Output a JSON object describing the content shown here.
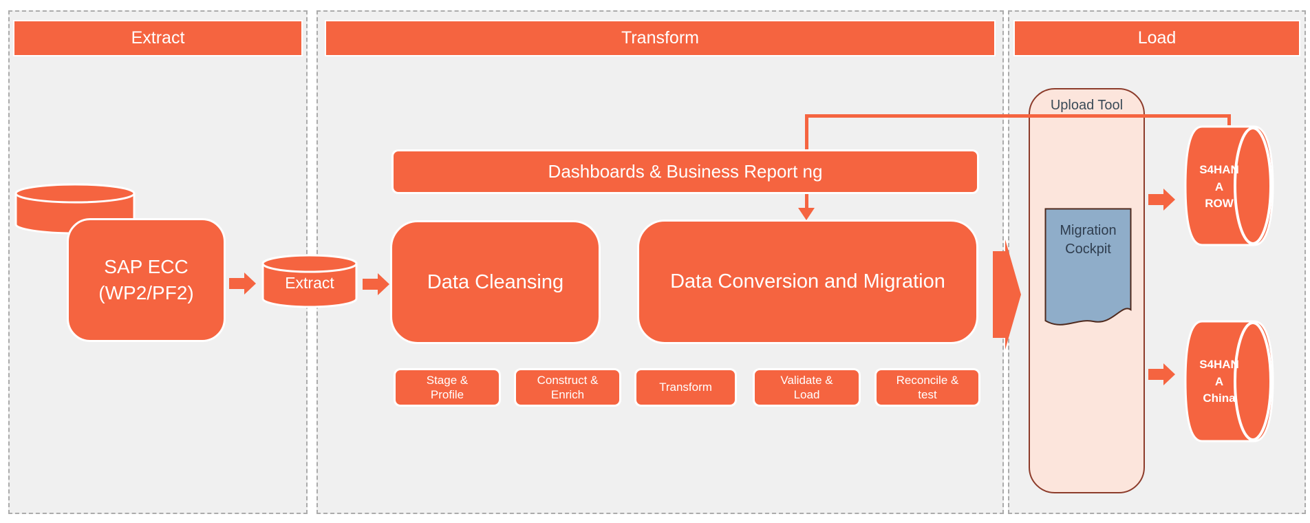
{
  "panels": {
    "extract": {
      "title": "Extract"
    },
    "transform": {
      "title": "Transform"
    },
    "load": {
      "title": "Load"
    }
  },
  "extract": {
    "sap_box": {
      "line1": "SAP ECC",
      "line2": "(WP2/PF2)"
    },
    "extract_cylinder_label": "Extract"
  },
  "transform": {
    "reporting_bar_label": "Dashboards & Business Report ng",
    "data_cleansing_label": "Data Cleansing",
    "data_conversion_label": "Data Conversion and Migration",
    "steps": [
      {
        "label": "Stage & Profile"
      },
      {
        "label": "Construct & Enrich"
      },
      {
        "label": "Transform"
      },
      {
        "label": "Validate & Load"
      },
      {
        "label": "Reconcile & test"
      }
    ]
  },
  "load": {
    "upload_tool_label": "Upload Tool",
    "migration_cockpit_label": "Migration Cockpit",
    "s4hana_row": {
      "line1": "S4HAN",
      "line2": "A",
      "line3": "ROW"
    },
    "s4hana_china": {
      "line1": "S4HAN",
      "line2": "A",
      "line3": "China"
    }
  },
  "colors": {
    "accent_orange": "#F56440",
    "panel_background": "#F0F0F0",
    "panel_border": "#ABABAB",
    "upload_tool_fill": "#FCE5DC",
    "upload_tool_border": "#8C3B2A",
    "cockpit_fill": "#8FADC9",
    "cockpit_border": "#4F2A1E",
    "dark_label": "#3A4A57",
    "shape_outline": "#FFFFFF"
  }
}
